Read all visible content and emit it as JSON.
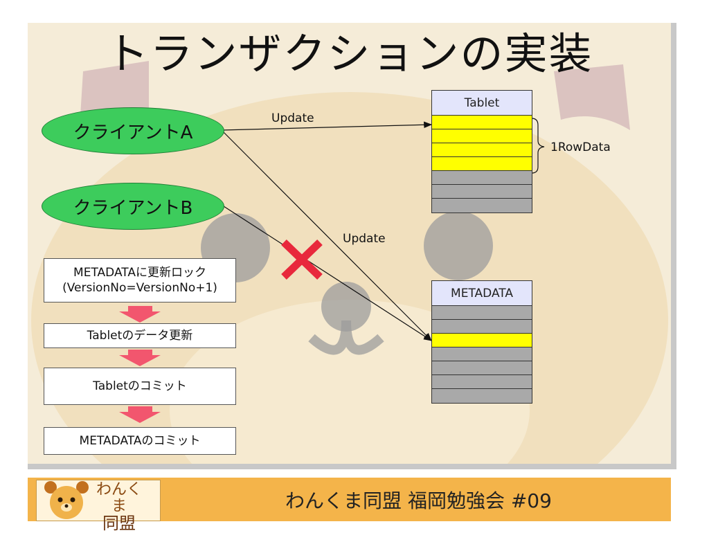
{
  "title": "トランザクションの実装",
  "clients": [
    {
      "label": "クライアントA"
    },
    {
      "label": "クライアントB"
    }
  ],
  "tablet": {
    "header": "Tablet"
  },
  "metadata": {
    "header": "METADATA"
  },
  "labels": {
    "update_a": "Update",
    "update_b": "Update",
    "row_brace": "1RowData"
  },
  "steps": [
    {
      "line1": "METADATAに更新ロック",
      "line2": "(VersionNo=VersionNo+1)"
    },
    {
      "line1": "Tabletのデータ更新"
    },
    {
      "line1": "Tabletのコミット"
    },
    {
      "line1": "METADATAのコミット"
    }
  ],
  "footer": {
    "text": "わんくま同盟 福岡勉強会 #09",
    "logo_line1": "わんくま",
    "logo_line2": "同盟"
  },
  "colors": {
    "client_fill": "#3dcc5c",
    "highlight_row": "#ffff00",
    "normal_row": "#a9a9a9",
    "arrow_down": "#f2566e",
    "cross": "#e8283c",
    "footer_bg": "#f4b44a"
  }
}
